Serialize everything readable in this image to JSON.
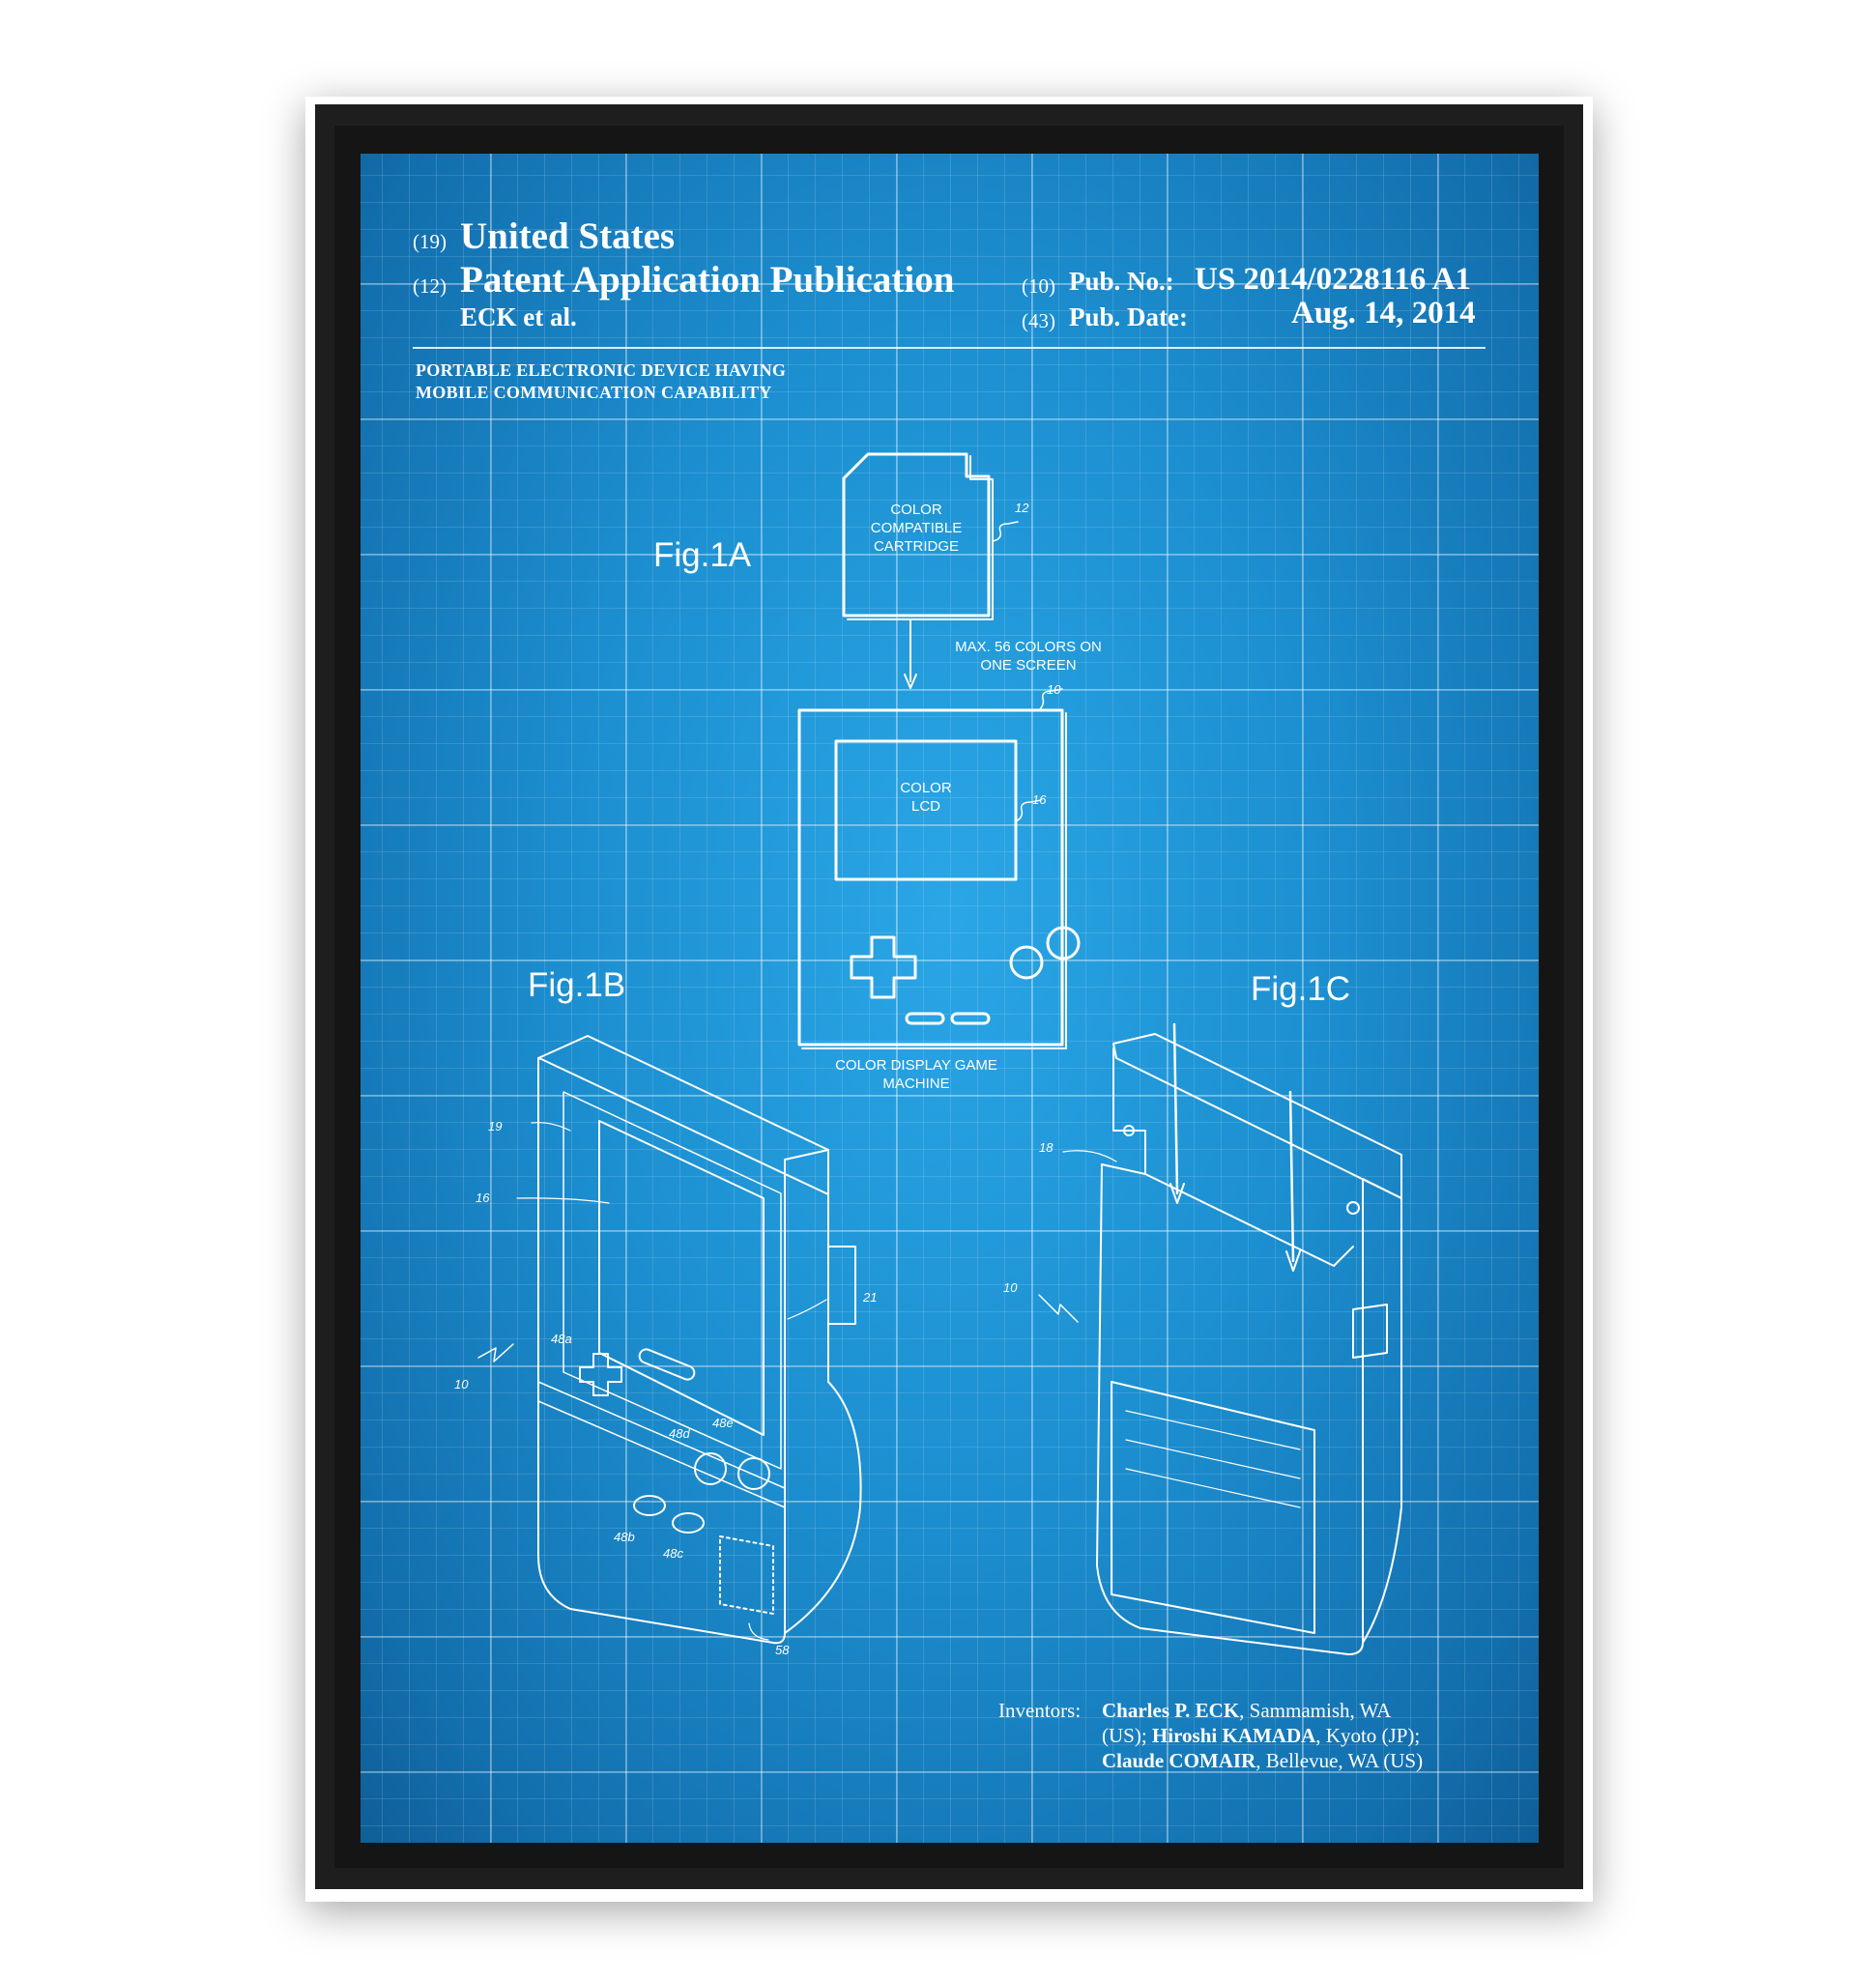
{
  "header": {
    "country_code": "(19)",
    "country": "United States",
    "type_code": "(12)",
    "type": "Patent Application Publication",
    "applicant": "ECK et al.",
    "pub_no_code": "(10)",
    "pub_no_label": "Pub. No.:",
    "pub_no": "US 2014/0228116 A1",
    "pub_date_code": "(43)",
    "pub_date_label": "Pub. Date:",
    "pub_date": "Aug. 14, 2014"
  },
  "title": {
    "line1": "PORTABLE ELECTRONIC DEVICE HAVING",
    "line2": "MOBILE COMMUNICATION CAPABILITY"
  },
  "fig1a": {
    "label": "Fig.1A",
    "cartridge_l1": "COLOR",
    "cartridge_l2": "COMPATIBLE",
    "cartridge_l3": "CARTRIDGE",
    "cartridge_ref": "12",
    "note_l1": "MAX. 56 COLORS ON",
    "note_l2": "ONE SCREEN",
    "device_ref": "10",
    "lcd_l1": "COLOR",
    "lcd_l2": "LCD",
    "lcd_ref": "16",
    "caption_l1": "COLOR DISPLAY GAME",
    "caption_l2": "MACHINE"
  },
  "fig1b": {
    "label": "Fig.1B",
    "refs": [
      "19",
      "16",
      "10",
      "48a",
      "48d",
      "48e",
      "48b",
      "48c",
      "58",
      "21"
    ]
  },
  "fig1c": {
    "label": "Fig.1C",
    "refs": [
      "18",
      "10"
    ]
  },
  "inventors": {
    "label": "Inventors:",
    "n1": "Charles P. ECK",
    "l1": ", Sammamish, WA",
    "l2a": "(US); ",
    "n2": "Hiroshi KAMADA",
    "l2b": ", Kyoto (JP);",
    "n3": "Claude COMAIR",
    "l3": ", Bellevue, WA (US)"
  },
  "colors": {
    "blueprint": "#1c8fd0",
    "frame": "#1e1e1e",
    "ink": "#ffffff"
  }
}
